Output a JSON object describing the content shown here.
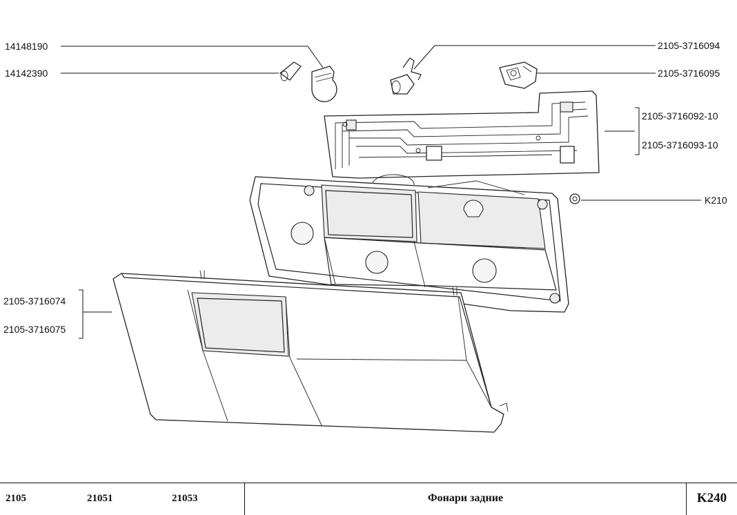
{
  "parts": {
    "bulb_large": "14148190",
    "bulb_small": "14142390",
    "socket_single": "2105-3716094",
    "socket_double": "2105-3716095",
    "board_left": "2105-3716092-10",
    "board_right": "2105-3716093-10",
    "nut": "K210",
    "lamp_left": "2105-3716074",
    "lamp_right": "2105-3716075"
  },
  "footer": {
    "models": [
      "2105",
      "21051",
      "21053"
    ],
    "title": "Фонари задние",
    "code": "K240"
  }
}
